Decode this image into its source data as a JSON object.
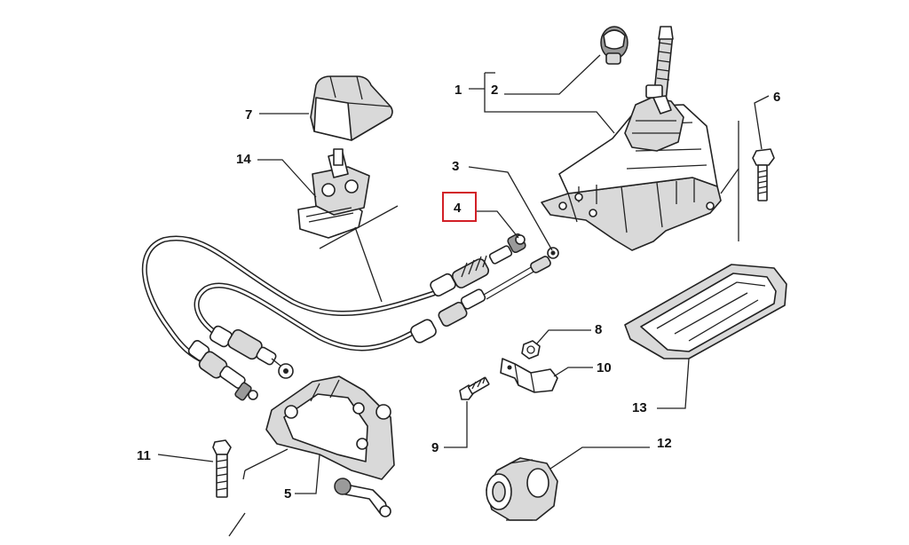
{
  "diagram": {
    "callouts": [
      {
        "id": "1",
        "label": "1"
      },
      {
        "id": "2",
        "label": "2"
      },
      {
        "id": "3",
        "label": "3"
      },
      {
        "id": "4",
        "label": "4",
        "highlighted": true
      },
      {
        "id": "5",
        "label": "5"
      },
      {
        "id": "6",
        "label": "6"
      },
      {
        "id": "7",
        "label": "7"
      },
      {
        "id": "8",
        "label": "8"
      },
      {
        "id": "9",
        "label": "9"
      },
      {
        "id": "10",
        "label": "10"
      },
      {
        "id": "11",
        "label": "11"
      },
      {
        "id": "12",
        "label": "12"
      },
      {
        "id": "13",
        "label": "13"
      },
      {
        "id": "14",
        "label": "14"
      }
    ],
    "highlight_color": "#d21f26"
  }
}
